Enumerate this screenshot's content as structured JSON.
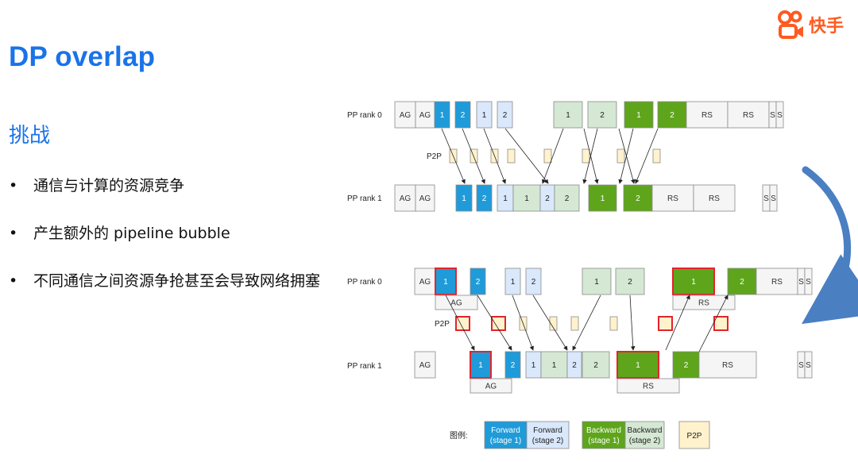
{
  "slide": {
    "title": "DP overlap",
    "logo_text": "快手",
    "subtitle": "挑战",
    "bullets": [
      "通信与计算的资源竞争",
      "产生额外的 pipeline bubble",
      "不同通信之间资源争抢甚至会导致网络拥塞"
    ],
    "bullet_symbol": "•"
  },
  "colors": {
    "title": "#1a73e8",
    "logo": "#ff5a1f",
    "forward_stage1": "#1f9bd9",
    "forward_stage2": "#dae8fc",
    "backward_stage1": "#5ea51c",
    "backward_stage2": "#d5e8d4",
    "p2p": "#fff2cc",
    "comm": "#f5f5f5",
    "highlight": "#e3242b",
    "curve_arrow": "#4a7fc2"
  },
  "diagram": {
    "rank0_label": "PP rank 0",
    "rank1_label": "PP rank 1",
    "p2p_label": "P2P",
    "ag": "AG",
    "rs": "RS",
    "s": "S",
    "one": "1",
    "two": "2",
    "legend_title": "图例:",
    "legend": [
      {
        "line1": "Forward",
        "line2": "(stage 1)",
        "kind": "f1"
      },
      {
        "line1": "Forward",
        "line2": "(stage 2)",
        "kind": "f2"
      },
      {
        "line1": "Backward",
        "line2": "(stage 1)",
        "kind": "b1"
      },
      {
        "line1": "Backward",
        "line2": "(stage 2)",
        "kind": "b2"
      },
      {
        "line1": "P2P",
        "line2": "",
        "kind": "p2p"
      }
    ]
  }
}
